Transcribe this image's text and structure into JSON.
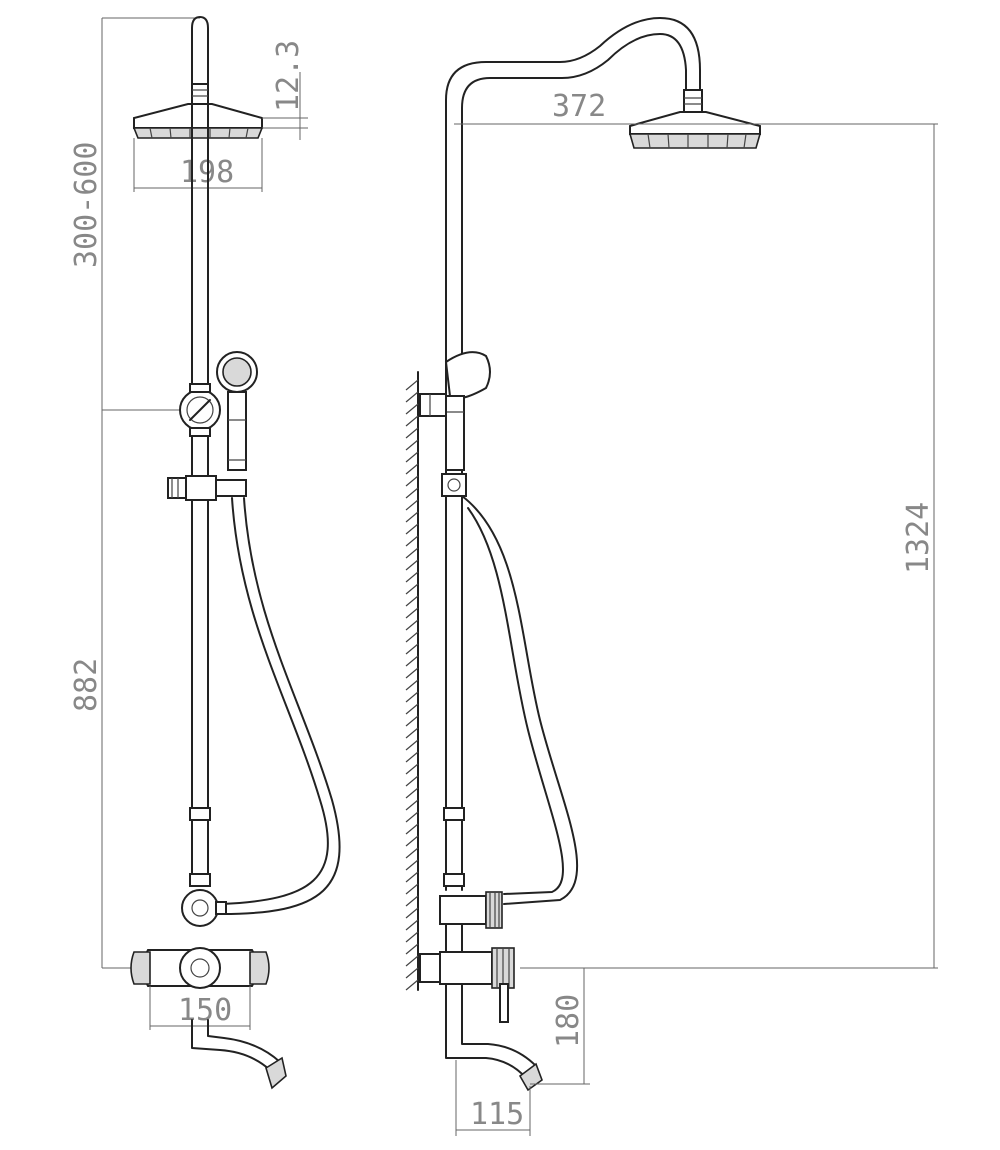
{
  "dimensions": {
    "head_offset": "12.3",
    "head_diameter": "198",
    "arm_range": "300-600",
    "lower_height": "882",
    "mixer_spacing": "150",
    "arm_reach": "372",
    "total_height": "1324",
    "spout_drop": "180",
    "spout_reach": "115"
  },
  "colors": {
    "line": "#222222",
    "dimension_text": "#888888",
    "background": "#ffffff"
  }
}
